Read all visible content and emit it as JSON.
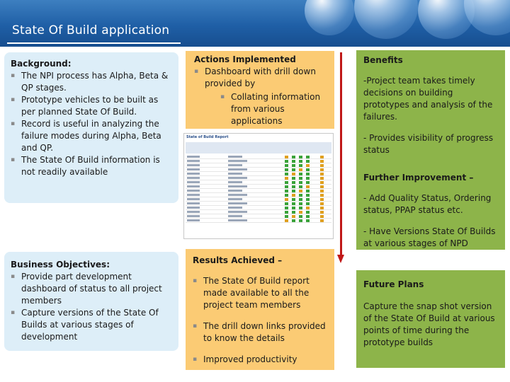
{
  "header": {
    "title": "State Of Build application"
  },
  "background": {
    "title": "Background:",
    "items": [
      "The NPI process has Alpha, Beta & QP stages.",
      "Prototype vehicles to be built as per planned State Of Build.",
      "Record is useful in analyzing the failure modes during Alpha, Beta and QP.",
      "The State Of Build information is not readily available"
    ]
  },
  "business_objectives": {
    "title": "Business Objectives:",
    "items": [
      "Provide part development dashboard of status to all project members",
      "Capture versions of the State Of Builds at various stages of development"
    ]
  },
  "actions": {
    "title": "Actions Implemented",
    "item": "Dashboard with drill down provided by",
    "subitem": "Collating information from various applications"
  },
  "report_image": {
    "title": "State of Build Report"
  },
  "results": {
    "title": "Results Achieved –",
    "items": [
      "The State Of Build report made available to all the project team members",
      "The drill down links provided to know the details",
      "Improved productivity"
    ]
  },
  "benefits": {
    "title": "Benefits",
    "p1": "-Project team takes timely decisions on building prototypes and analysis of the failures.",
    "p2": "- Provides visibility of progress status",
    "further_title": "Further Improvement –",
    "p3": "- Add Quality Status, Ordering status, PPAP status etc.",
    "p4": "- Have Versions State Of Builds at various stages of NPD"
  },
  "future": {
    "title": "Future Plans",
    "text": "Capture the snap shot version of the State Of Build at various points of time during the prototype builds"
  },
  "colors": {
    "header": "#1f5fa6",
    "blue_panel": "#ddeef8",
    "orange_panel": "#fbcb74",
    "green_panel": "#8db44a",
    "arrow": "#c01818"
  }
}
